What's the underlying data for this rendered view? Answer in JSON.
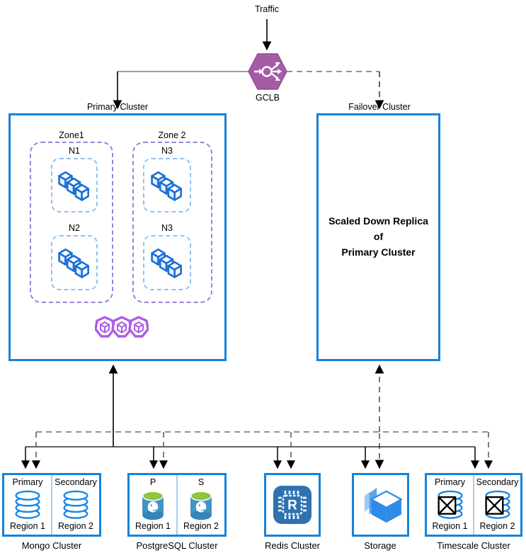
{
  "diagram": {
    "traffic_label": "Traffic",
    "gclb": {
      "label": "GCLB"
    },
    "primary_cluster": {
      "label": "Primary Cluster",
      "zone1": {
        "label": "Zone1",
        "node1": "N1",
        "node2": "N2"
      },
      "zone2": {
        "label": "Zone 2",
        "node1": "N3",
        "node2": "N3"
      }
    },
    "failover_cluster": {
      "label": "Failover Cluster",
      "line1": "Scaled Down Replica",
      "line2": "of",
      "line3": "Primary Cluster"
    },
    "mongo": {
      "label": "Mongo Cluster",
      "left_role": "Primary",
      "right_role": "Secondary",
      "left_region": "Region 1",
      "right_region": "Region 2"
    },
    "postgres": {
      "label": "PostgreSQL Cluster",
      "left_role": "P",
      "right_role": "S",
      "left_region": "Region 1",
      "right_region": "Region 2"
    },
    "redis": {
      "label": "Redis Cluster",
      "chip_letter": "R"
    },
    "storage": {
      "label": "Storage"
    },
    "timescale": {
      "label": "Timescale Cluster",
      "left_role": "Primary",
      "right_role": "Secondary",
      "left_region": "Region 1",
      "right_region": "Region 2"
    },
    "colors": {
      "box_border_blue": "#1583DC",
      "zone_dash_purple": "#9585DB",
      "node_dash_blue": "#8FC2F2",
      "gclb_purple": "#A65BA6",
      "pods_purple": "#AE5BE8",
      "cube_blue": "#1B6FD8",
      "redis_blue": "#2E72B0",
      "storage_blue": "#2E8BE6",
      "postgres_green": "#8DC63F",
      "divider_blue": "#A8CFF0"
    }
  }
}
